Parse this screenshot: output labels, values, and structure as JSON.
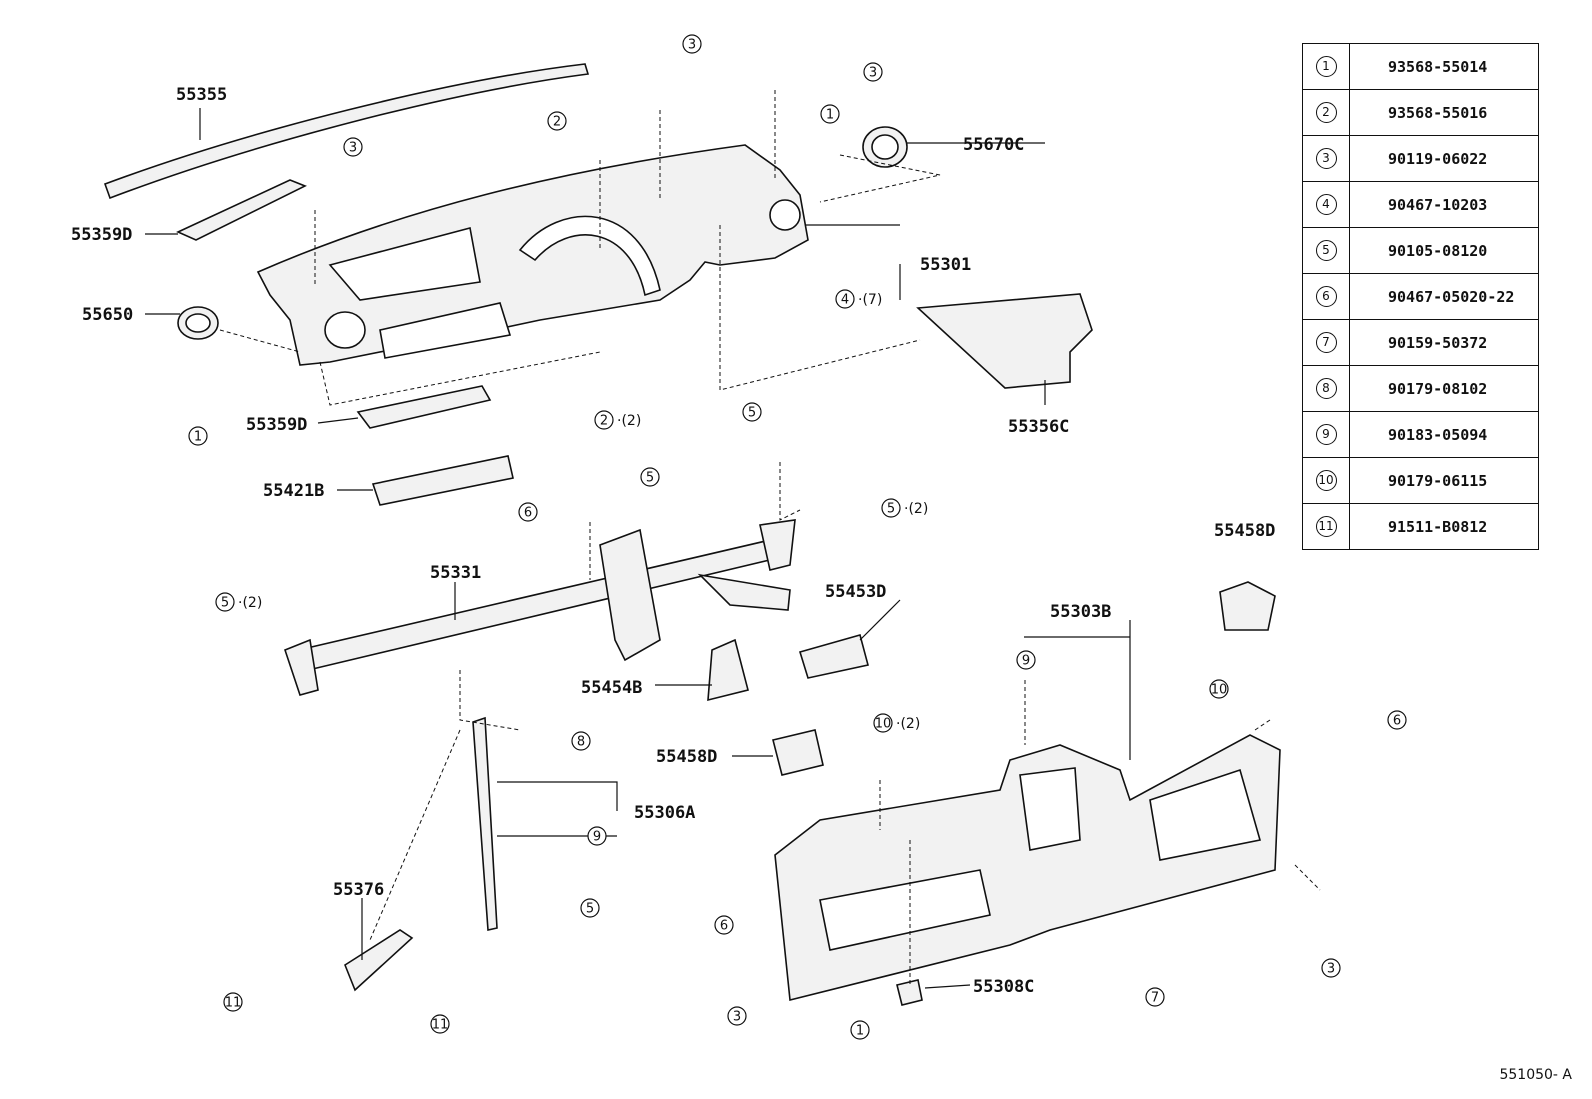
{
  "labels": {
    "p55355": "55355",
    "p55359D_top": "55359D",
    "p55650": "55650",
    "p55359D_bottom": "55359D",
    "p55421B": "55421B",
    "p55670C": "55670C",
    "p55301": "55301",
    "p55356C": "55356C",
    "p55331": "55331",
    "p55453D": "55453D",
    "p55454B": "55454B",
    "p55458D_left": "55458D",
    "p55458D_right": "55458D",
    "p55306A": "55306A",
    "p55376": "55376",
    "p55303B": "55303B",
    "p55308C": "55308C"
  },
  "callouts": [
    {
      "num": "3"
    },
    {
      "num": "3"
    },
    {
      "num": "2"
    },
    {
      "num": "3",
      "qty": ""
    },
    {
      "num": "1"
    },
    {
      "num": "4",
      "qty": "(7)"
    },
    {
      "num": "1"
    },
    {
      "num": "2",
      "qty": "(2)"
    },
    {
      "num": "5"
    },
    {
      "num": "5"
    },
    {
      "num": "6"
    },
    {
      "num": "5",
      "qty": "(2)"
    },
    {
      "num": "5",
      "qty": "(2)"
    },
    {
      "num": "8"
    },
    {
      "num": "9"
    },
    {
      "num": "5"
    },
    {
      "num": "11"
    },
    {
      "num": "11"
    },
    {
      "num": "9"
    },
    {
      "num": "10"
    },
    {
      "num": "10",
      "qty": "(2)"
    },
    {
      "num": "6"
    },
    {
      "num": "6"
    },
    {
      "num": "3"
    },
    {
      "num": "7"
    },
    {
      "num": "3"
    },
    {
      "num": "1"
    }
  ],
  "legend": [
    {
      "num": "1",
      "part": "93568-55014"
    },
    {
      "num": "2",
      "part": "93568-55016"
    },
    {
      "num": "3",
      "part": "90119-06022"
    },
    {
      "num": "4",
      "part": "90467-10203"
    },
    {
      "num": "5",
      "part": "90105-08120"
    },
    {
      "num": "6",
      "part": "90467-05020-22"
    },
    {
      "num": "7",
      "part": "90159-50372"
    },
    {
      "num": "8",
      "part": "90179-08102"
    },
    {
      "num": "9",
      "part": "90183-05094"
    },
    {
      "num": "10",
      "part": "90179-06115"
    },
    {
      "num": "11",
      "part": "91511-B0812"
    }
  ],
  "diagram_code": "551050- A"
}
